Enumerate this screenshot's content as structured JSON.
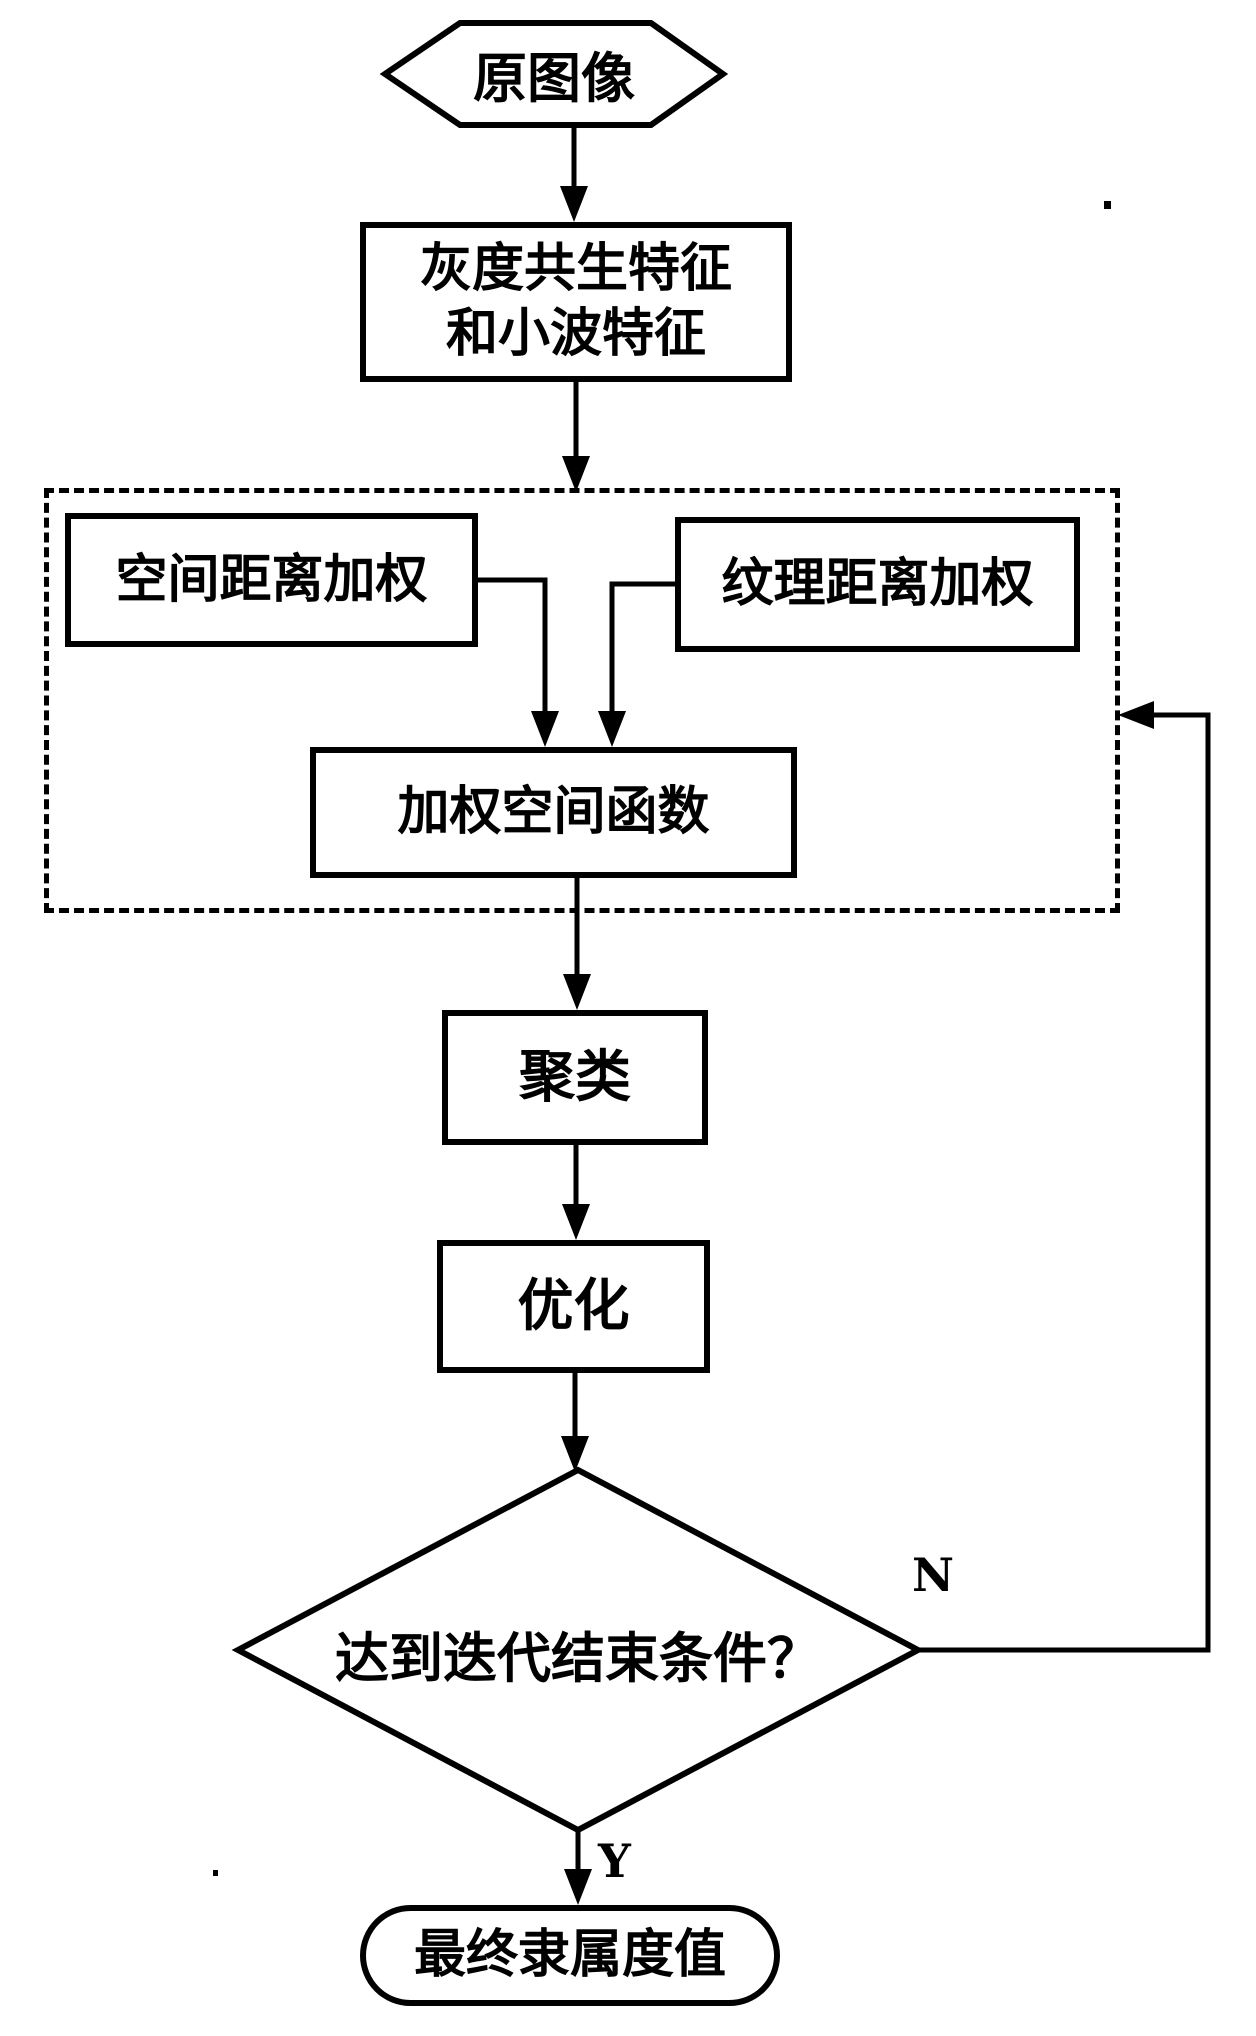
{
  "flow": {
    "source_label": "原图像",
    "features_line1": "灰度共生特征",
    "features_line2": "和小波特征",
    "spatial_label": "空间距离加权",
    "texture_label": "纹理距离加权",
    "weighted_label": "加权空间函数",
    "cluster_label": "聚类",
    "optimize_label": "优化",
    "decision_label": "达到迭代结束条件？",
    "result_label": "最终隶属度值",
    "branch_no": "N",
    "branch_yes": "Y",
    "colors": {
      "ink": "#000000",
      "background": "#ffffff"
    }
  }
}
